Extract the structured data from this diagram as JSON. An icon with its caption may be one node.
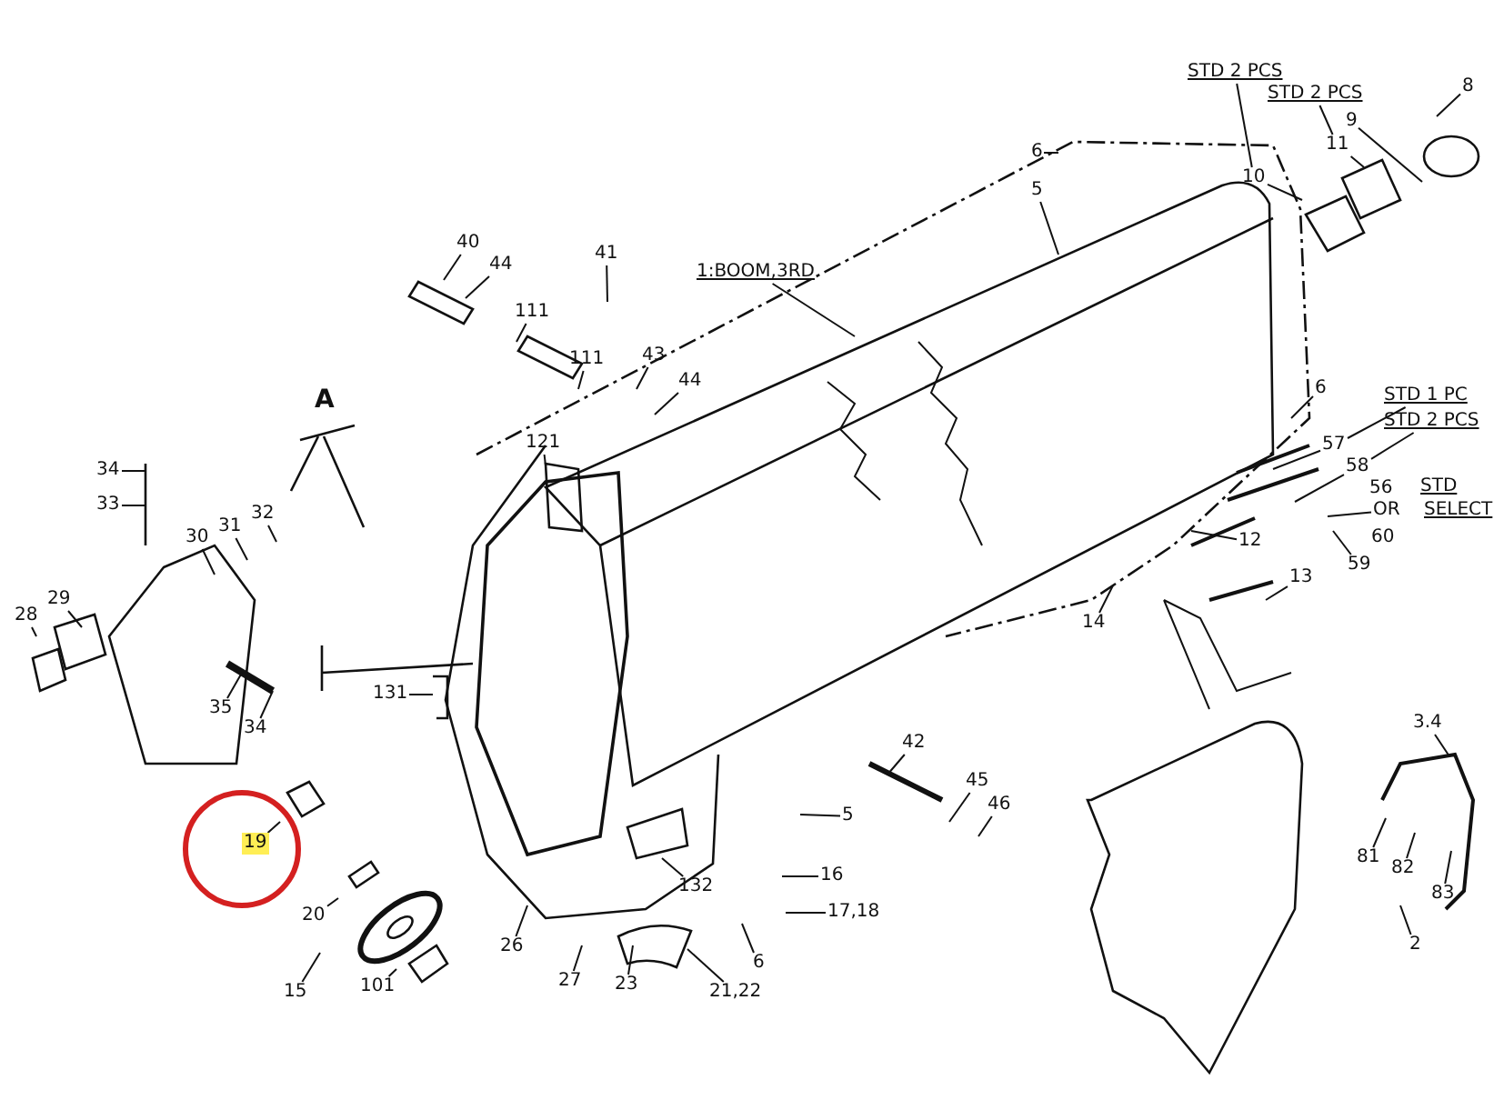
{
  "diagram": {
    "nodes": [
      {
        "text": [
          "STD 2 PCS"
        ]
      },
      {
        "text": [
          "8"
        ]
      },
      {
        "text": [
          "STD 2 PCS"
        ]
      },
      {
        "text": [
          "9"
        ]
      },
      {
        "text": [
          "11"
        ]
      },
      {
        "text": [
          "6"
        ]
      },
      {
        "text": [
          "10"
        ]
      },
      {
        "text": [
          "5"
        ]
      },
      {
        "text": [
          "1:BOOM,3RD"
        ]
      },
      {
        "text": [
          "40"
        ]
      },
      {
        "text": [
          "44"
        ]
      },
      {
        "text": [
          "111"
        ]
      },
      {
        "text": [
          "41"
        ]
      },
      {
        "text": [
          "111"
        ]
      },
      {
        "text": [
          "43"
        ]
      },
      {
        "text": [
          "44"
        ]
      },
      {
        "text": [
          "6"
        ]
      },
      {
        "text": [
          "STD 1 PC"
        ]
      },
      {
        "text": [
          "57"
        ]
      },
      {
        "text": [
          "STD 2 PCS"
        ]
      },
      {
        "text": [
          "58"
        ]
      },
      {
        "text": [
          "121"
        ]
      },
      {
        "text": [
          "34"
        ]
      },
      {
        "text": [
          "56"
        ]
      },
      {
        "text": [
          "OR"
        ]
      },
      {
        "text": [
          "33"
        ]
      },
      {
        "text": [
          "12"
        ]
      },
      {
        "text": [
          "60"
        ]
      },
      {
        "text": [
          "30"
        ]
      },
      {
        "text": [
          "31"
        ]
      },
      {
        "text": [
          "32"
        ]
      },
      {
        "text": [
          "13"
        ]
      },
      {
        "text": [
          "59"
        ]
      },
      {
        "text": [
          "29"
        ]
      },
      {
        "text": [
          "28"
        ]
      },
      {
        "text": [
          "14"
        ]
      },
      {
        "text": [
          "131"
        ]
      },
      {
        "text": [
          "35"
        ]
      },
      {
        "text": [
          "34"
        ]
      },
      {
        "text": [
          "3.4"
        ]
      },
      {
        "text": [
          "42"
        ]
      },
      {
        "text": [
          "45"
        ]
      },
      {
        "text": [
          "46"
        ]
      },
      {
        "text": [
          "5"
        ]
      },
      {
        "text": [
          "19"
        ]
      },
      {
        "text": [
          "81"
        ]
      },
      {
        "text": [
          "82"
        ]
      },
      {
        "text": [
          "132"
        ]
      },
      {
        "text": [
          "16"
        ]
      },
      {
        "text": [
          "83"
        ]
      },
      {
        "text": [
          "17,18"
        ]
      },
      {
        "text": [
          "20"
        ]
      },
      {
        "text": [
          "2"
        ]
      },
      {
        "text": [
          "26"
        ]
      },
      {
        "text": [
          "6"
        ]
      },
      {
        "text": [
          "27"
        ]
      },
      {
        "text": [
          "23"
        ]
      },
      {
        "text": [
          "15"
        ]
      },
      {
        "text": [
          "101"
        ]
      },
      {
        "text": [
          "21,22"
        ]
      }
    ],
    "edges": [
      {
        "from": 0,
        "to": 6,
        "arrow": "none"
      },
      {
        "from": 1,
        "to": null,
        "arrow": "none"
      },
      {
        "from": 2,
        "to": 4,
        "arrow": "none"
      },
      {
        "from": 3,
        "to": null,
        "arrow": "none"
      },
      {
        "from": 4,
        "to": null,
        "arrow": "none"
      },
      {
        "from": 5,
        "to": null,
        "arrow": "none"
      },
      {
        "from": 6,
        "to": null,
        "arrow": "none"
      },
      {
        "from": 7,
        "to": null,
        "arrow": "none"
      },
      {
        "from": 8,
        "to": null,
        "arrow": "none"
      },
      {
        "from": 9,
        "to": null,
        "arrow": "none"
      },
      {
        "from": 10,
        "to": null,
        "arrow": "none"
      },
      {
        "from": 11,
        "to": null,
        "arrow": "none"
      },
      {
        "from": 12,
        "to": null,
        "arrow": "none"
      },
      {
        "from": 13,
        "to": null,
        "arrow": "none"
      },
      {
        "from": 14,
        "to": null,
        "arrow": "none"
      },
      {
        "from": 15,
        "to": null,
        "arrow": "none"
      },
      {
        "from": 16,
        "to": null,
        "arrow": "none"
      },
      {
        "from": 17,
        "to": 18,
        "arrow": "none"
      },
      {
        "from": 18,
        "to": null,
        "arrow": "none"
      },
      {
        "from": 19,
        "to": 20,
        "arrow": "none"
      },
      {
        "from": 20,
        "to": null,
        "arrow": "none"
      },
      {
        "from": 21,
        "to": null,
        "arrow": "none"
      },
      {
        "from": 22,
        "to": null,
        "arrow": "none"
      },
      {
        "from": 24,
        "to": null,
        "arrow": "none"
      },
      {
        "from": 25,
        "to": null,
        "arrow": "none"
      },
      {
        "from": 26,
        "to": null,
        "arrow": "none"
      },
      {
        "from": 28,
        "to": null,
        "arrow": "none"
      },
      {
        "from": 29,
        "to": null,
        "arrow": "none"
      },
      {
        "from": 30,
        "to": null,
        "arrow": "none"
      },
      {
        "from": 31,
        "to": null,
        "arrow": "none"
      },
      {
        "from": 32,
        "to": null,
        "arrow": "none"
      },
      {
        "from": 33,
        "to": null,
        "arrow": "none"
      },
      {
        "from": 34,
        "to": null,
        "arrow": "none"
      },
      {
        "from": 35,
        "to": null,
        "arrow": "none"
      },
      {
        "from": 36,
        "to": null,
        "arrow": "none"
      },
      {
        "from": 37,
        "to": null,
        "arrow": "none"
      },
      {
        "from": 38,
        "to": null,
        "arrow": "none"
      },
      {
        "from": 39,
        "to": null,
        "arrow": "none"
      },
      {
        "from": 40,
        "to": null,
        "arrow": "none"
      },
      {
        "from": 41,
        "to": null,
        "arrow": "none"
      },
      {
        "from": 42,
        "to": null,
        "arrow": "none"
      },
      {
        "from": 43,
        "to": null,
        "arrow": "none"
      },
      {
        "from": 44,
        "to": null,
        "arrow": "none"
      },
      {
        "from": 45,
        "to": null,
        "arrow": "none"
      },
      {
        "from": 46,
        "to": null,
        "arrow": "none"
      },
      {
        "from": 47,
        "to": null,
        "arrow": "none"
      },
      {
        "from": 48,
        "to": null,
        "arrow": "none"
      },
      {
        "from": 49,
        "to": null,
        "arrow": "none"
      },
      {
        "from": 50,
        "to": null,
        "arrow": "none"
      },
      {
        "from": 51,
        "to": null,
        "arrow": "none"
      },
      {
        "from": 52,
        "to": null,
        "arrow": "none"
      },
      {
        "from": 53,
        "to": null,
        "arrow": "none"
      },
      {
        "from": 54,
        "to": null,
        "arrow": "none"
      },
      {
        "from": 55,
        "to": null,
        "arrow": "none"
      },
      {
        "from": 56,
        "to": null,
        "arrow": "none"
      },
      {
        "from": 57,
        "to": null,
        "arrow": "none"
      },
      {
        "from": 58,
        "to": null,
        "arrow": "none"
      },
      {
        "from": 59,
        "to": null,
        "arrow": "none"
      }
    ],
    "labels": [
      "STD",
      "SELECT",
      "A"
    ]
  }
}
